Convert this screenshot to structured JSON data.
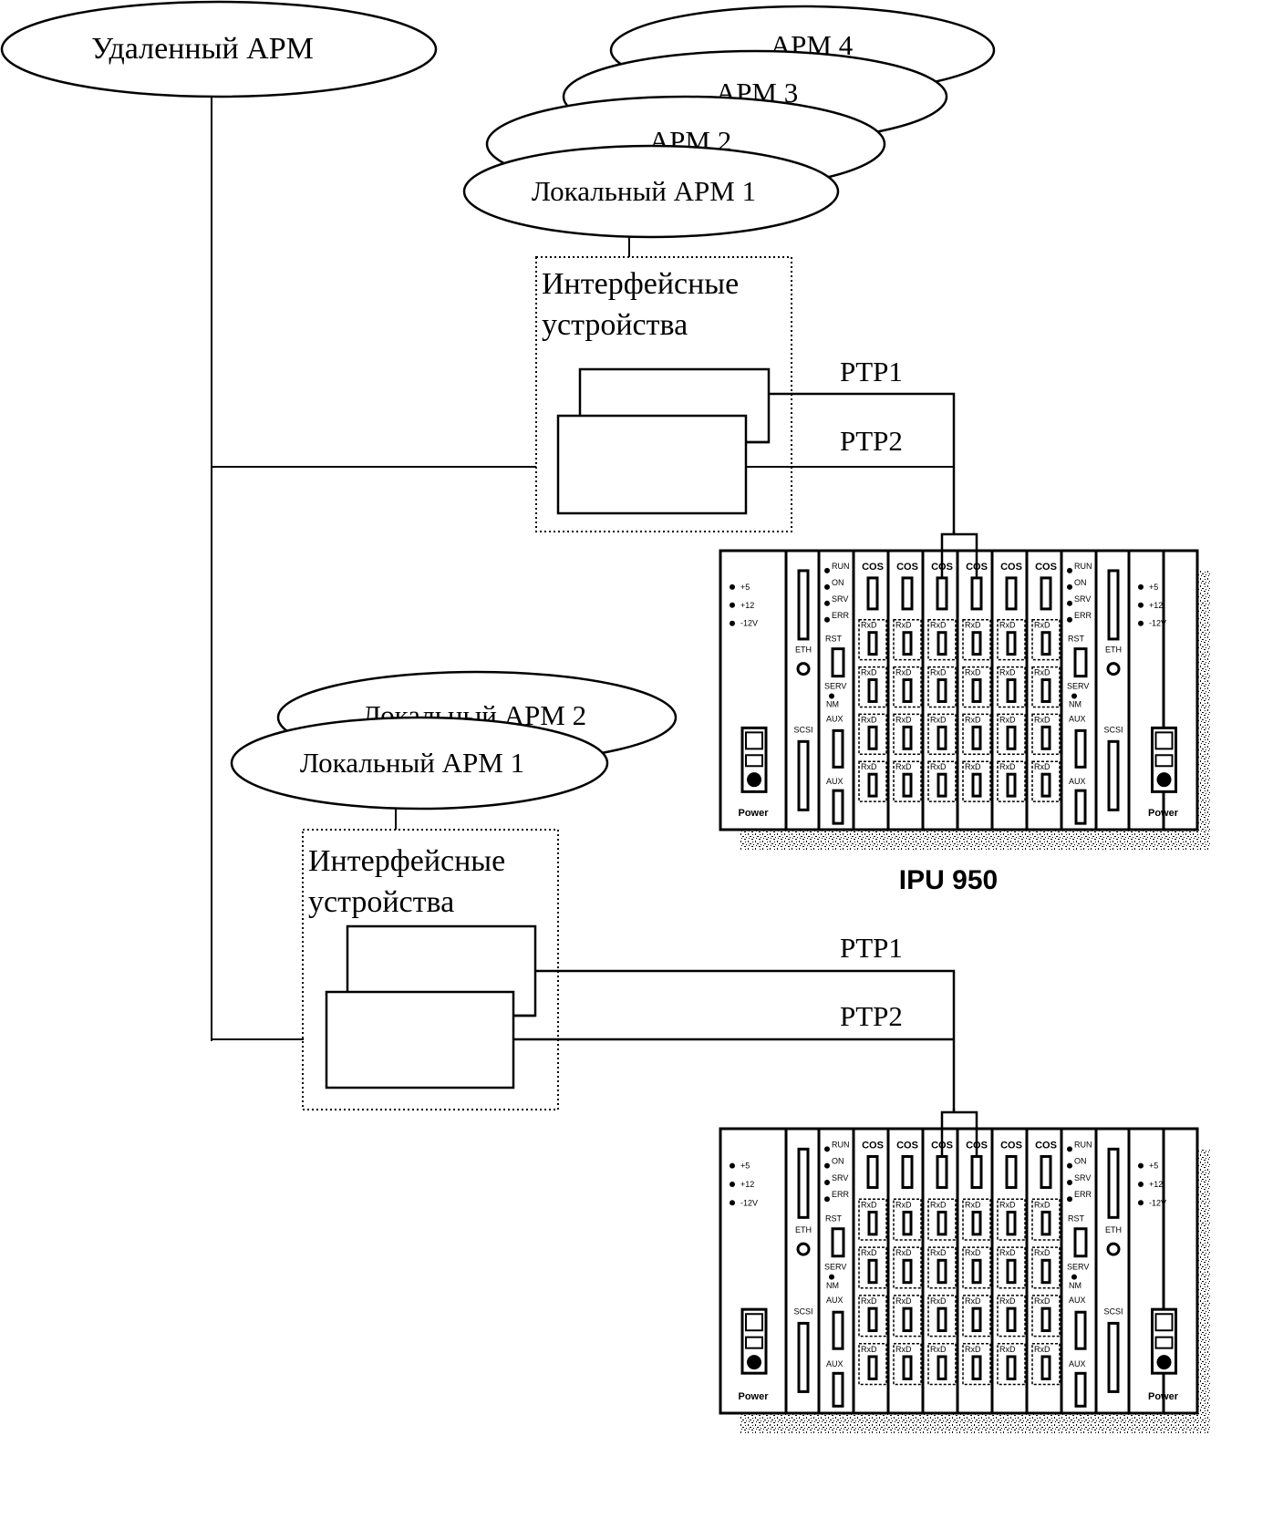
{
  "diagram": {
    "remote_workstation": "Удаленный АРМ",
    "top_group": {
      "workstations": [
        "Локальный АРМ 1",
        "АРМ 2",
        "АРМ 3",
        "АРМ 4"
      ],
      "interface_label_line1": "Интерфейсные",
      "interface_label_line2": "устройства",
      "ptp1": "PTP1",
      "ptp2": "PTP2"
    },
    "bottom_group": {
      "workstations": [
        "Локальный АРМ 1",
        "Локальный АРМ 2"
      ],
      "interface_label_line1": "Интерфейсные",
      "interface_label_line2": "устройства",
      "ptp1": "PTP1",
      "ptp2": "PTP2"
    },
    "rack_label": "IPU 950",
    "rack": {
      "power_leds": [
        "+5",
        "+12",
        "-12V"
      ],
      "power_label": "Power",
      "eth_label": "ETH",
      "scsi_label": "SCSI",
      "cpu_leds": [
        "RUN",
        "ON",
        "SRV",
        "ERR"
      ],
      "rst_label": "RST",
      "serv_label": "SERV",
      "nm_label": "NM",
      "aux_label": "AUX",
      "cos_label": "COS",
      "port_label": "RxD",
      "cos_modules": 6
    }
  }
}
